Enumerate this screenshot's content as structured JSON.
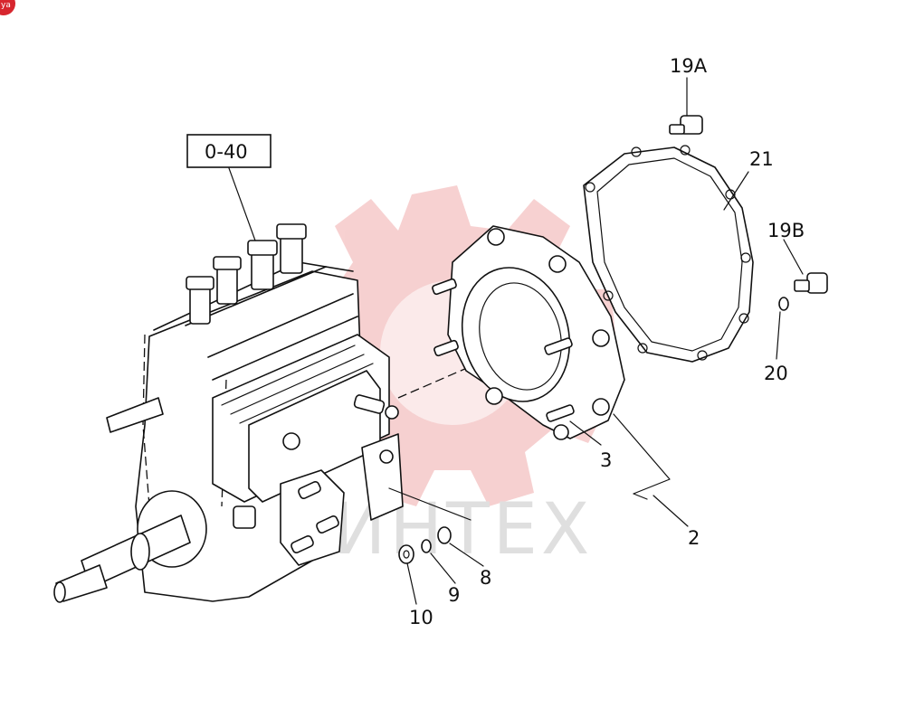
{
  "diagram": {
    "callouts": {
      "ref_box": "0-40",
      "p19A": "19A",
      "p21": "21",
      "p19B": "19B",
      "p20": "20",
      "p3": "3",
      "p2": "2",
      "p8": "8",
      "p9": "9",
      "p10": "10"
    },
    "watermark": {
      "text": "ИНТЕХ"
    },
    "corner_badge": {
      "text": "ya"
    }
  },
  "colors": {
    "line": "#111111",
    "watermark_red": "#f4c9c9",
    "watermark_gray": "#d9d9d9",
    "badge": "#d7262e"
  }
}
